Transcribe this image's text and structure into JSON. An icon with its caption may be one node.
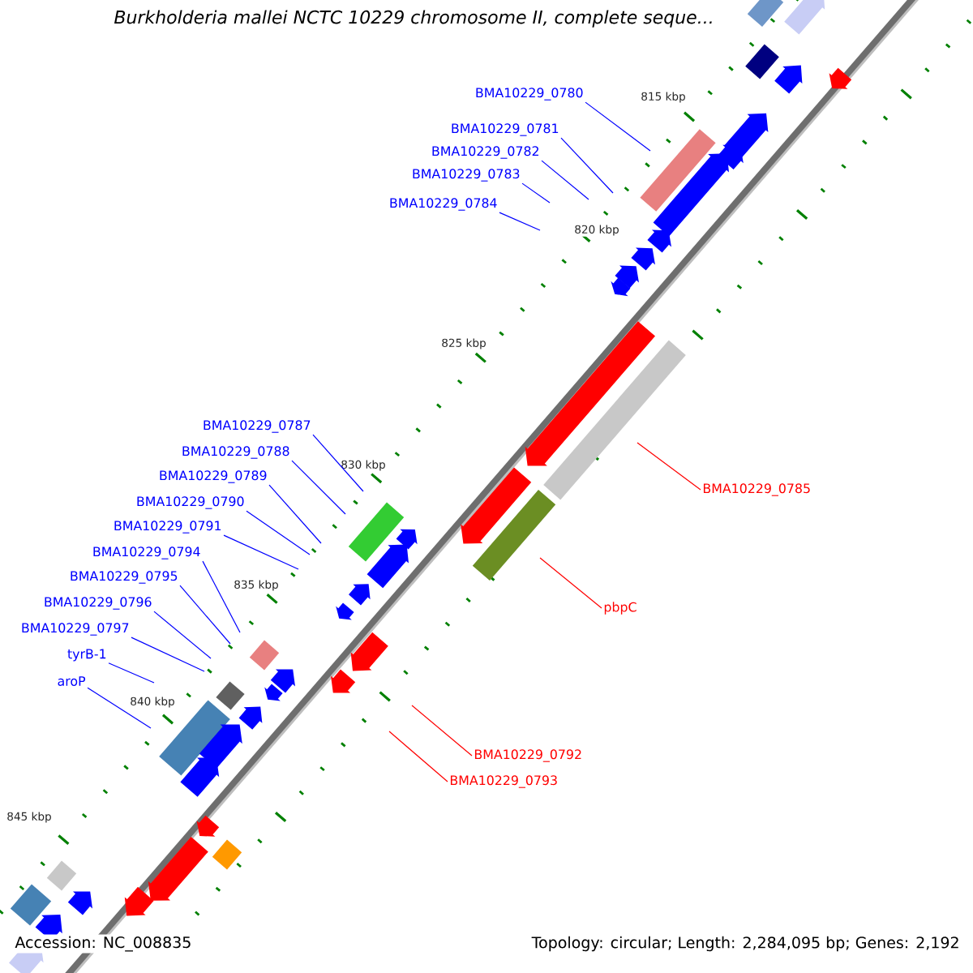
{
  "diagram": {
    "title": "Burkholderia mallei NCTC 10229 chromosome II, complete seque...",
    "nodes": [
      {
        "text": [
          "BMA10229_0780"
        ]
      },
      {
        "text": [
          "BMA10229_0781"
        ]
      },
      {
        "text": [
          "BMA10229_0782"
        ]
      },
      {
        "text": [
          "BMA10229_0783"
        ]
      },
      {
        "text": [
          "BMA10229_0784"
        ]
      },
      {
        "text": [
          "BMA10229_0787"
        ]
      },
      {
        "text": [
          "BMA10229_0788"
        ]
      },
      {
        "text": [
          "BMA10229_0789"
        ]
      },
      {
        "text": [
          "BMA10229_0785"
        ]
      },
      {
        "text": [
          "BMA10229_0790"
        ]
      },
      {
        "text": [
          "BMA10229_0791"
        ]
      },
      {
        "text": [
          "BMA10229_0794"
        ]
      },
      {
        "text": [
          "pbpC"
        ]
      },
      {
        "text": [
          "BMA10229_0795"
        ]
      },
      {
        "text": [
          "BMA10229_0796"
        ]
      },
      {
        "text": [
          "BMA10229_0797"
        ]
      },
      {
        "text": [
          "tyrB-1"
        ]
      },
      {
        "text": [
          "aroP"
        ]
      },
      {
        "text": [
          "BMA10229_0792"
        ]
      },
      {
        "text": [
          "BMA10229_0793"
        ]
      }
    ],
    "edges": [
      {
        "from": 0,
        "to": null,
        "arrow": "none"
      },
      {
        "from": 1,
        "to": null,
        "arrow": "none"
      },
      {
        "from": 2,
        "to": null,
        "arrow": "none"
      },
      {
        "from": 3,
        "to": null,
        "arrow": "none"
      },
      {
        "from": 4,
        "to": null,
        "arrow": "none"
      },
      {
        "from": 5,
        "to": null,
        "arrow": "none"
      },
      {
        "from": 6,
        "to": null,
        "arrow": "none"
      },
      {
        "from": 7,
        "to": null,
        "arrow": "none"
      },
      {
        "from": 8,
        "to": null,
        "arrow": "none",
        "color": "#ff0000"
      },
      {
        "from": 9,
        "to": null,
        "arrow": "none"
      },
      {
        "from": 10,
        "to": null,
        "arrow": "none"
      },
      {
        "from": 11,
        "to": null,
        "arrow": "none"
      },
      {
        "from": 12,
        "to": null,
        "arrow": "none",
        "color": "#ff0000"
      },
      {
        "from": 13,
        "to": null,
        "arrow": "none"
      },
      {
        "from": 14,
        "to": null,
        "arrow": "none"
      },
      {
        "from": 15,
        "to": null,
        "arrow": "none"
      },
      {
        "from": 16,
        "to": null,
        "arrow": "none"
      },
      {
        "from": 17,
        "to": null,
        "arrow": "none"
      },
      {
        "from": 18,
        "to": null,
        "arrow": "none",
        "color": "#ff0000"
      },
      {
        "from": 19,
        "to": null,
        "arrow": "none",
        "color": "#ff0000"
      }
    ],
    "labels": [
      "815 kbp",
      "820 kbp",
      "825 kbp",
      "830 kbp",
      "835 kbp",
      "840 kbp",
      "845 kbp",
      "Accession: NC_008835",
      "Topology: circular; Length: 2,284,095 bp; Genes: 2,192"
    ]
  }
}
